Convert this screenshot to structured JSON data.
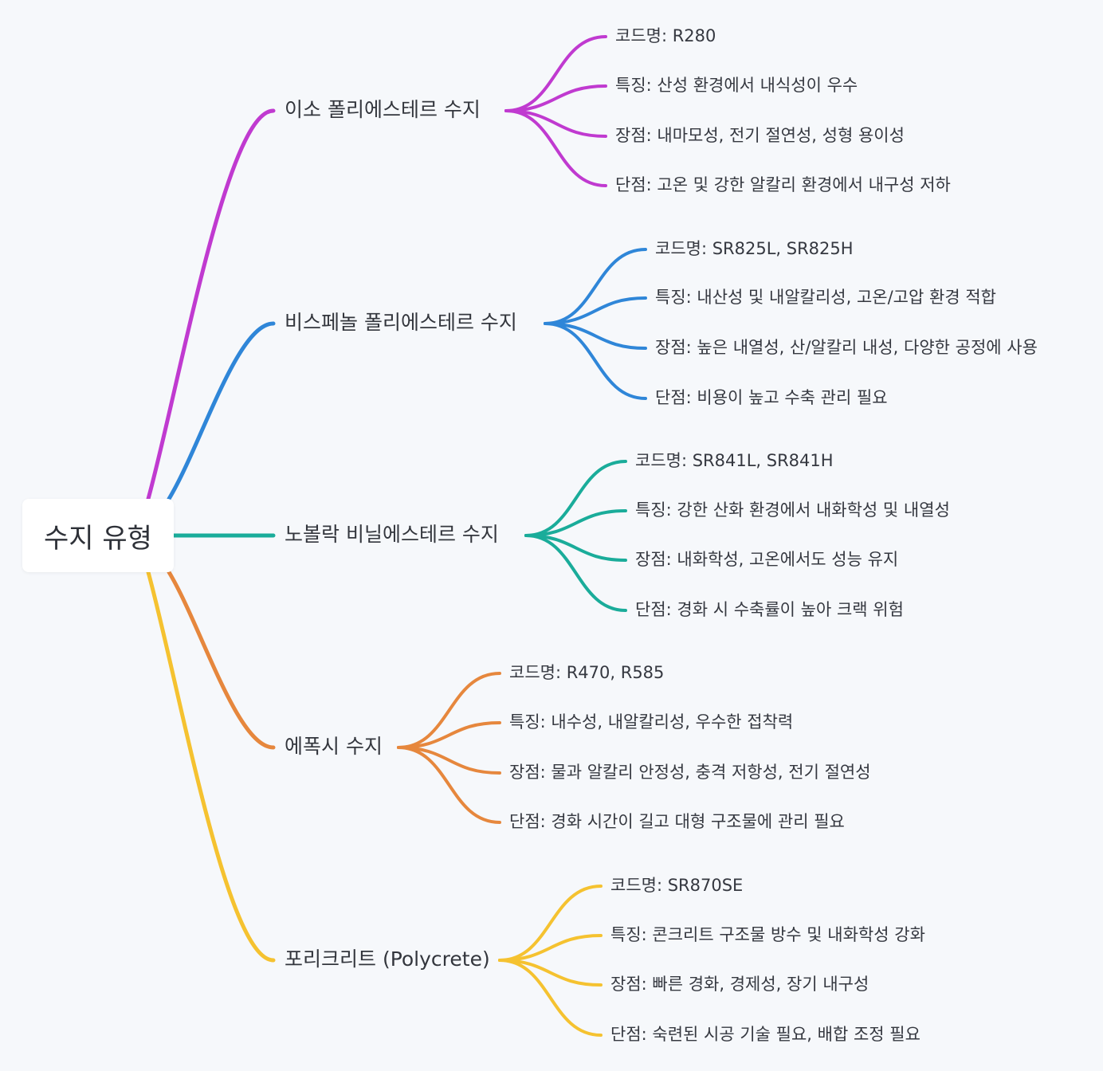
{
  "root": {
    "label": "수지 유형"
  },
  "branches": [
    {
      "label": "이소 폴리에스테르 수지",
      "color": "#c03ad0",
      "items": [
        "코드명: R280",
        "특징: 산성 환경에서 내식성이 우수",
        "장점: 내마모성, 전기 절연성, 성형 용이성",
        "단점: 고온 및 강한 알칼리 환경에서 내구성 저하"
      ]
    },
    {
      "label": "비스페놀 폴리에스테르 수지",
      "color": "#2f86d8",
      "items": [
        "코드명: SR825L, SR825H",
        "특징: 내산성 및 내알칼리성, 고온/고압 환경 적합",
        "장점: 높은 내열성, 산/알칼리 내성, 다양한 공정에 사용",
        "단점: 비용이 높고 수축 관리 필요"
      ]
    },
    {
      "label": "노볼락 비닐에스테르 수지",
      "color": "#1aac9a",
      "items": [
        "코드명: SR841L, SR841H",
        "특징: 강한 산화 환경에서 내화학성 및 내열성",
        "장점: 내화학성, 고온에서도 성능 유지",
        "단점: 경화 시 수축률이 높아 크랙 위험"
      ]
    },
    {
      "label": "에폭시 수지",
      "color": "#e6873d",
      "items": [
        "코드명: R470, R585",
        "특징: 내수성, 내알칼리성, 우수한 접착력",
        "장점: 물과 알칼리 안정성, 충격 저항성, 전기 절연성",
        "단점: 경화 시간이 길고 대형 구조물에 관리 필요"
      ]
    },
    {
      "label": "포리크리트 (Polycrete)",
      "color": "#f5c230",
      "items": [
        "코드명: SR870SE",
        "특징: 콘크리트 구조물 방수 및 내화학성 강화",
        "장점: 빠른 경화, 경제성, 장기 내구성",
        "단점: 숙련된 시공 기술 필요, 배합 조정 필요"
      ]
    }
  ]
}
